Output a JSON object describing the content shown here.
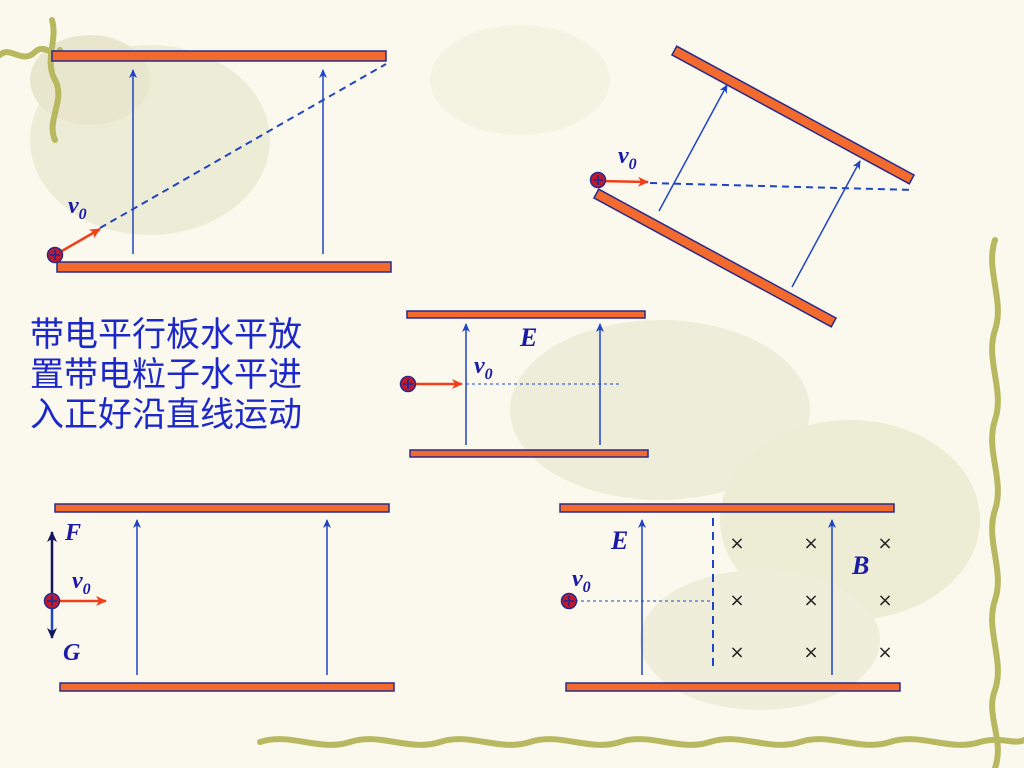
{
  "colors": {
    "plate_fill": "#f26a2e",
    "plate_border": "#2a2a8a",
    "field_line": "#1f44c4",
    "velocity_arrow": "#f0401a",
    "particle": "#c0182c",
    "label_text": "#1a1aa6",
    "caption_text": "#1c28c8",
    "background": "#fbf9ee",
    "decor_vine": "#b8b860"
  },
  "caption": {
    "line1": "带电平行板水平放",
    "line2": "置带电粒子水平进",
    "line3": "入正好沿直线运动"
  },
  "icons": {
    "particle": "positive-charge-icon",
    "magnetic_field": "cross-into-page-icon"
  },
  "diagrams": {
    "angled_horizontal": {
      "velocity_label": "v",
      "velocity_sub": "0"
    },
    "tilted": {
      "velocity_label": "v",
      "velocity_sub": "0"
    },
    "electric_field": {
      "field_label": "E",
      "velocity_label": "v",
      "velocity_sub": "0"
    },
    "forces": {
      "force_up_label": "F",
      "force_down_label": "G",
      "velocity_label": "v",
      "velocity_sub": "0"
    },
    "crossed_fields": {
      "field_label": "E",
      "magnetic_label": "B",
      "velocity_label": "v",
      "velocity_sub": "0",
      "cross_symbol": "×"
    }
  }
}
